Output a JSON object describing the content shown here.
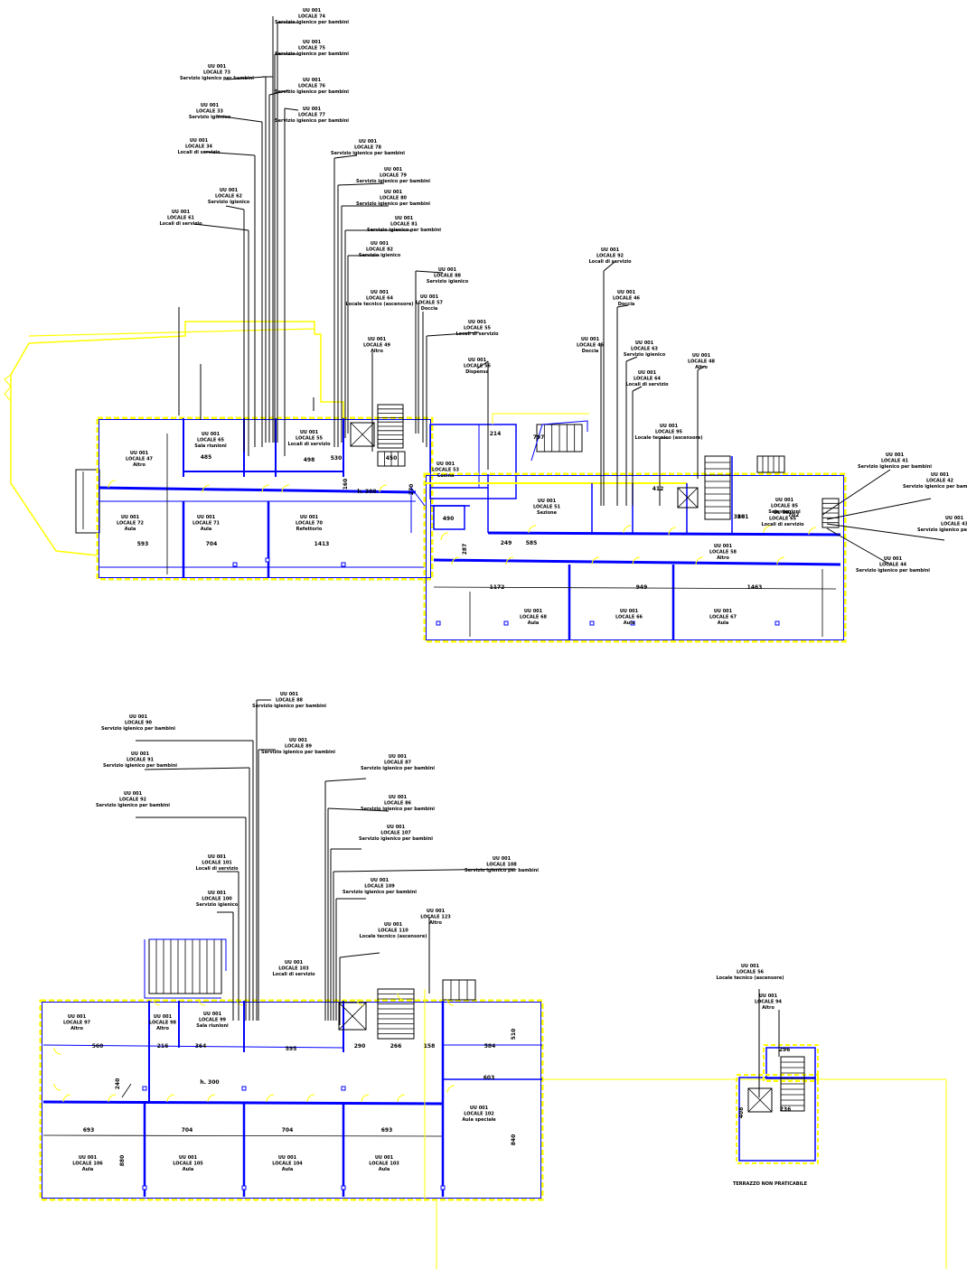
{
  "plan_a": {
    "rooms": [
      {
        "lines": [
          "UU 001",
          "LOCALE 47",
          "Altro"
        ]
      },
      {
        "lines": [
          "UU 001",
          "LOCALE 65",
          "Sala riunioni"
        ]
      },
      {
        "lines": [
          "UU 001",
          "LOCALE 55",
          "Locali di servizio"
        ]
      },
      {
        "lines": [
          "UU 001",
          "LOCALE 72",
          "Aula"
        ]
      },
      {
        "lines": [
          "UU 001",
          "LOCALE 71",
          "Aula"
        ]
      },
      {
        "lines": [
          "UU 001",
          "LOCALE 70",
          "Refettorio"
        ]
      },
      {
        "lines": [
          "UU 001",
          "LOCALE 53",
          "Cucina"
        ]
      },
      {
        "lines": [
          "UU 001",
          "LOCALE 51",
          "Sezione"
        ]
      },
      {
        "lines": [
          "UU 001",
          "LOCALE 85",
          "Sala riunioni"
        ]
      },
      {
        "lines": [
          "UU 001",
          "LOCALE 65",
          "Locali di servizio"
        ]
      },
      {
        "lines": [
          "UU 001",
          "LOCALE 58",
          "Altro"
        ]
      },
      {
        "lines": [
          "UU 001",
          "LOCALE 68",
          "Aula"
        ]
      },
      {
        "lines": [
          "UU 001",
          "LOCALE 66",
          "Aula"
        ]
      },
      {
        "lines": [
          "UU 001",
          "LOCALE 67",
          "Aula"
        ]
      }
    ],
    "callouts": [
      {
        "lines": [
          "UU 001",
          "LOCALE 74",
          "Servizio igienico per bambini"
        ]
      },
      {
        "lines": [
          "UU 001",
          "LOCALE 75",
          "Servizio igienico per bambini"
        ]
      },
      {
        "lines": [
          "UU 001",
          "LOCALE 73",
          "Servizio igienico per bambini"
        ]
      },
      {
        "lines": [
          "UU 001",
          "LOCALE 76",
          "Servizio igienico per bambini"
        ]
      },
      {
        "lines": [
          "UU 001",
          "LOCALE 33",
          "Servizio igienico"
        ]
      },
      {
        "lines": [
          "UU 001",
          "LOCALE 77",
          "Servizio igienico per bambini"
        ]
      },
      {
        "lines": [
          "UU 001",
          "LOCALE 34",
          "Locali di servizio"
        ]
      },
      {
        "lines": [
          "UU 001",
          "LOCALE 78",
          "Servizio igienico per bambini"
        ]
      },
      {
        "lines": [
          "UU 001",
          "LOCALE 79",
          "Servizio igienico per bambini"
        ]
      },
      {
        "lines": [
          "UU 001",
          "LOCALE 62",
          "Servizio igienico"
        ]
      },
      {
        "lines": [
          "UU 001",
          "LOCALE 80",
          "Servizio igienico per bambini"
        ]
      },
      {
        "lines": [
          "UU 001",
          "LOCALE 61",
          "Locali di servizio"
        ]
      },
      {
        "lines": [
          "UU 001",
          "LOCALE 81",
          "Servizio igienico per bambini"
        ]
      },
      {
        "lines": [
          "UU 001",
          "LOCALE 82",
          "Servizio igienico"
        ]
      },
      {
        "lines": [
          "UU 001",
          "LOCALE 88",
          "Servizio igienico"
        ]
      },
      {
        "lines": [
          "UU 001",
          "LOCALE 64",
          "Locale tecnico (ascensore)"
        ]
      },
      {
        "lines": [
          "UU 001",
          "LOCALE 57",
          "Doccia"
        ]
      },
      {
        "lines": [
          "UU 001",
          "LOCALE 49",
          "Altro"
        ]
      },
      {
        "lines": [
          "UU 001",
          "LOCALE 55",
          "Locali di servizio"
        ]
      },
      {
        "lines": [
          "UU 001",
          "LOCALE 56",
          "Dispensa"
        ]
      },
      {
        "lines": [
          "UU 001",
          "LOCALE 92",
          "Locali di servizio"
        ]
      },
      {
        "lines": [
          "UU 001",
          "LOCALE 46",
          "Doccia"
        ]
      },
      {
        "lines": [
          "UU 001",
          "LOCALE 45",
          "Doccia"
        ]
      },
      {
        "lines": [
          "UU 001",
          "LOCALE 63",
          "Servizio igienico"
        ]
      },
      {
        "lines": [
          "UU 001",
          "LOCALE 48",
          "Altro"
        ]
      },
      {
        "lines": [
          "UU 001",
          "LOCALE 64",
          "Locali di servizio"
        ]
      },
      {
        "lines": [
          "UU 001",
          "LOCALE 95",
          "Locale tecnico (ascensore)"
        ]
      },
      {
        "lines": [
          "UU 001",
          "LOCALE 41",
          "Servizio igienico per bambini"
        ]
      },
      {
        "lines": [
          "UU 001",
          "LOCALE 42",
          "Servizio igienico per bambini"
        ]
      },
      {
        "lines": [
          "UU 001",
          "LOCALE 43",
          "Servizio igienico per bambini"
        ]
      },
      {
        "lines": [
          "UU 001",
          "LOCALE 44",
          "Servizio igienico per bambini"
        ]
      }
    ],
    "dims": [
      "485",
      "498",
      "593",
      "704",
      "1413",
      "1172",
      "949",
      "1463",
      "490",
      "214",
      "797",
      "287",
      "249",
      "160",
      "270",
      "380",
      "530",
      "450",
      "412",
      "702",
      "161",
      "585"
    ],
    "notes": [
      "h. 300"
    ]
  },
  "plan_b": {
    "rooms": [
      {
        "lines": [
          "UU 001",
          "LOCALE 97",
          "Altro"
        ]
      },
      {
        "lines": [
          "UU 001",
          "LOCALE 98",
          "Altro"
        ]
      },
      {
        "lines": [
          "UU 001",
          "LOCALE 99",
          "Sala riunioni"
        ]
      },
      {
        "lines": [
          "UU 001",
          "LOCALE 103",
          "Locali di servizio"
        ]
      },
      {
        "lines": [
          "UU 001",
          "LOCALE 106",
          "Aula"
        ]
      },
      {
        "lines": [
          "UU 001",
          "LOCALE 105",
          "Aula"
        ]
      },
      {
        "lines": [
          "UU 001",
          "LOCALE 104",
          "Aula"
        ]
      },
      {
        "lines": [
          "UU 001",
          "LOCALE 103",
          "Aula"
        ]
      },
      {
        "lines": [
          "UU 001",
          "LOCALE 102",
          "Aula speciale"
        ]
      }
    ],
    "callouts": [
      {
        "lines": [
          "UU 001",
          "LOCALE 88",
          "Servizio igienico per bambini"
        ]
      },
      {
        "lines": [
          "UU 001",
          "LOCALE 90",
          "Servizio igienico per bambini"
        ]
      },
      {
        "lines": [
          "UU 001",
          "LOCALE 89",
          "Servizio igienico per bambini"
        ]
      },
      {
        "lines": [
          "UU 001",
          "LOCALE 91",
          "Servizio igienico per bambini"
        ]
      },
      {
        "lines": [
          "UU 001",
          "LOCALE 87",
          "Servizio igienico per bambini"
        ]
      },
      {
        "lines": [
          "UU 001",
          "LOCALE 92",
          "Servizio igienico per bambini"
        ]
      },
      {
        "lines": [
          "UU 001",
          "LOCALE 86",
          "Servizio igienico per bambini"
        ]
      },
      {
        "lines": [
          "UU 001",
          "LOCALE 107",
          "Servizio igienico per bambini"
        ]
      },
      {
        "lines": [
          "UU 001",
          "LOCALE 101",
          "Locali di servizio"
        ]
      },
      {
        "lines": [
          "UU 001",
          "LOCALE 108",
          "Servizio igienico per bambini"
        ]
      },
      {
        "lines": [
          "UU 001",
          "LOCALE 109",
          "Servizio igienico per bambini"
        ]
      },
      {
        "lines": [
          "UU 001",
          "LOCALE 100",
          "Servizio igienico"
        ]
      },
      {
        "lines": [
          "UU 001",
          "LOCALE 110",
          "Locale tecnico (ascensore)"
        ]
      },
      {
        "lines": [
          "UU 001",
          "LOCALE 123",
          "Altro"
        ]
      }
    ],
    "dims": [
      "560",
      "216",
      "364",
      "595",
      "290",
      "266",
      "158",
      "584",
      "510",
      "240",
      "603",
      "693",
      "704",
      "704",
      "693",
      "840",
      "880"
    ],
    "notes": [
      "h. 300"
    ]
  },
  "plan_c": {
    "callouts": [
      {
        "lines": [
          "UU 001",
          "LOCALE 56",
          "Locale tecnico (ascensore)"
        ]
      },
      {
        "lines": [
          "UU 001",
          "LOCALE 94",
          "Altro"
        ]
      }
    ],
    "dims": [
      "296",
      "408",
      "236"
    ],
    "caption": "TERRAZZO NON PRATICABILE"
  },
  "colors": {
    "wall": "#0000ff",
    "outline": "#ffff00",
    "dim": "#0000ff",
    "text": "#000000"
  }
}
